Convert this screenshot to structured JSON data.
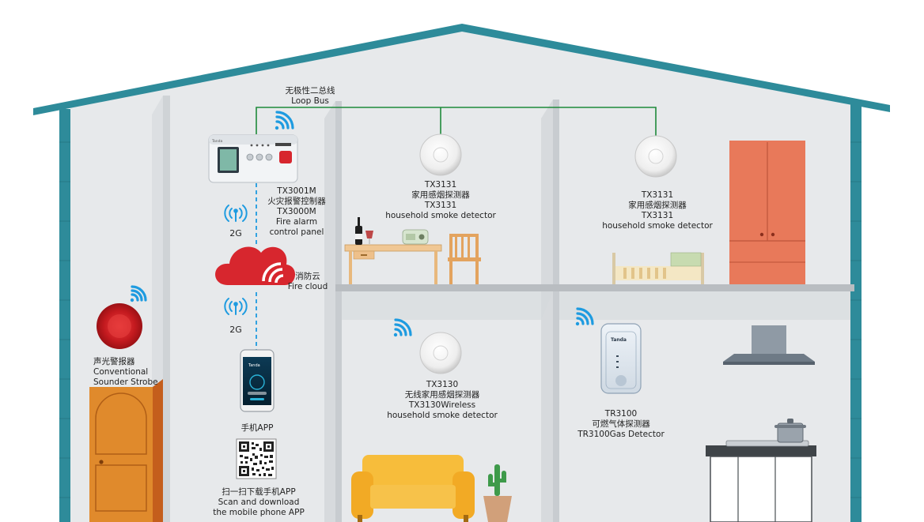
{
  "bus": {
    "line1": "无极性二总线",
    "line2": "Loop Bus"
  },
  "panel": {
    "brand": "Tanda",
    "line1": "TX3001M",
    "line2": "火灾报警控制器",
    "line3": "TX3000M",
    "line4": "Fire alarm",
    "line5": "control panel"
  },
  "network": {
    "label_2g_top": "2G",
    "label_2g_bottom": "2G"
  },
  "cloud": {
    "cn": "消防云",
    "en": "Fire cloud"
  },
  "phone": {
    "label": "手机APP",
    "screen_text": "Tanda"
  },
  "qr": {
    "line1": "扫一扫下载手机APP",
    "line2": "Scan and download",
    "line3": "the mobile phone APP"
  },
  "sounder": {
    "line1": "声光警报器",
    "line2": "Conventional",
    "line3": "Sounder Strobe"
  },
  "detector_top_mid": {
    "line1": "TX3131",
    "line2": "家用感烟探测器",
    "line3": "TX3131",
    "line4": "household smoke detector"
  },
  "detector_top_right": {
    "line1": "TX3131",
    "line2": "家用感烟探测器",
    "line3": "TX3131",
    "line4": "household smoke detector"
  },
  "detector_wireless": {
    "line1": "TX3130",
    "line2": "无线家用感烟探测器",
    "line3": "TX3130Wireless",
    "line4": "household smoke detector"
  },
  "gas_detector": {
    "brand": "Tanda",
    "line1": "TR3100",
    "line2": "可燃气体探测器",
    "line3": "TR3100Gas Detector"
  },
  "colors": {
    "roof": "#2e8b9a",
    "wall": "#e7e9eb",
    "bus_line": "#1f8a3a",
    "wireless": "#1e9be0",
    "cloud": "#d7262e",
    "door": "#e08a2c",
    "sofa": "#f7bd3b",
    "wardrobe": "#e8795a"
  },
  "icons": [
    "wifi-icon",
    "signal-2g-icon",
    "cloud-icon",
    "qr-code-icon",
    "smoke-detector-icon",
    "gas-detector-icon",
    "sounder-strobe-icon"
  ]
}
